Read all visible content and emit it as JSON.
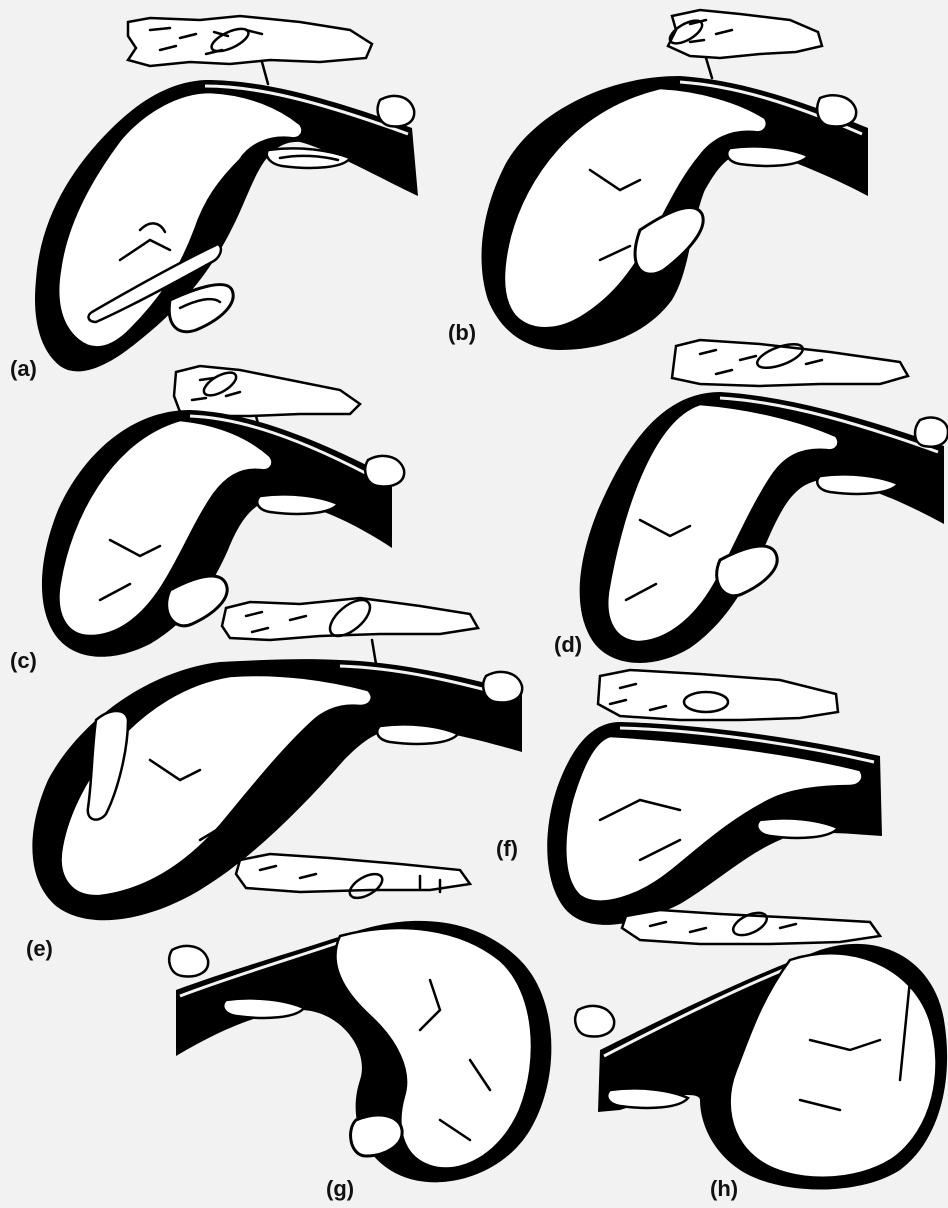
{
  "figure": {
    "panels": [
      {
        "id": "a",
        "label": "(a)"
      },
      {
        "id": "b",
        "label": "(b)"
      },
      {
        "id": "c",
        "label": "(c)"
      },
      {
        "id": "d",
        "label": "(d)"
      },
      {
        "id": "e",
        "label": "(e)"
      },
      {
        "id": "f",
        "label": "(f)"
      },
      {
        "id": "g",
        "label": "(g)"
      },
      {
        "id": "h",
        "label": "(h)"
      }
    ],
    "colors": {
      "background": "#f2f2f2",
      "ink": "#000000",
      "fill": "#ffffff"
    }
  }
}
